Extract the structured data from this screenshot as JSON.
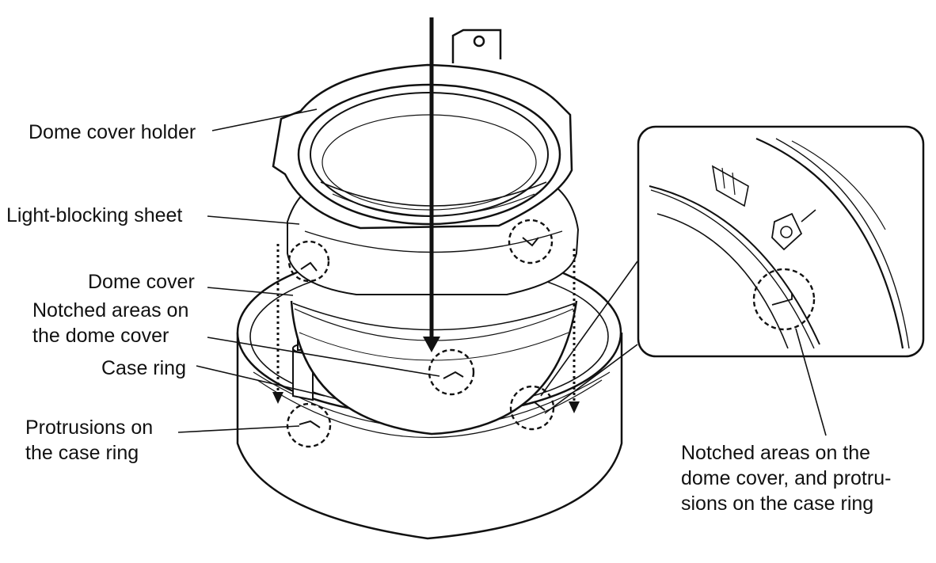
{
  "labels": {
    "dome_cover_holder": "Dome cover holder",
    "light_blocking_sheet": "Light-blocking sheet",
    "dome_cover": "Dome cover",
    "notched_areas_line1": "Notched areas on",
    "notched_areas_line2": "the dome cover",
    "case_ring": "Case ring",
    "protrusions_line1": "Protrusions on",
    "protrusions_line2": "the case ring",
    "detail_line1": "Notched areas on the",
    "detail_line2": "dome cover, and protru-",
    "detail_line3": "sions on the case ring"
  },
  "colors": {
    "line": "#111111",
    "background": "#ffffff",
    "shade": "#e6e6e6"
  },
  "icons": {
    "direction": "arrow-down-icon",
    "align": "dotted-arrow-down-icon",
    "highlight": "dashed-circle-icon"
  }
}
